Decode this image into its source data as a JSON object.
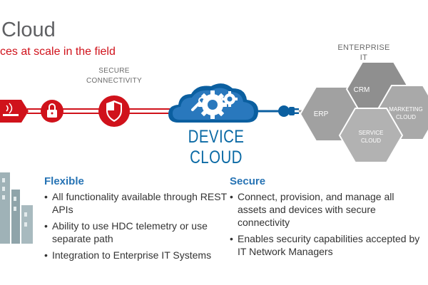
{
  "header": {
    "title": "Cloud",
    "subtitle": "ces at scale in the field"
  },
  "diagram": {
    "secure_connectivity_label": "SECURE\nCONNECTIVITY",
    "enterprise_it_label": "ENTERPRISE\nIT",
    "device_cloud_label": "DEVICE CLOUD",
    "hexagons": {
      "erp": "ERP",
      "crm": "CRM",
      "marketing_cloud": "MARKETING\nCLOUD",
      "service_cloud": "SERVICE\nCLOUD"
    },
    "icons": [
      "router-icon",
      "lock-icon",
      "shield-icon",
      "cloud-gears-icon",
      "plug-icon",
      "building-icon"
    ],
    "colors": {
      "red": "#d0121b",
      "blue": "#2673b4",
      "grey": "#9c9c9c"
    }
  },
  "columns": {
    "flexible": {
      "heading": "Flexible",
      "items": [
        "All functionality available through REST APIs",
        "Ability to use HDC telemetry or use separate path",
        "Integration to Enterprise IT Systems"
      ]
    },
    "secure": {
      "heading": "Secure",
      "items": [
        "Connect, provision, and manage all assets and devices with secure connectivity",
        "Enables security capabilities accepted by IT Network Managers"
      ]
    }
  }
}
